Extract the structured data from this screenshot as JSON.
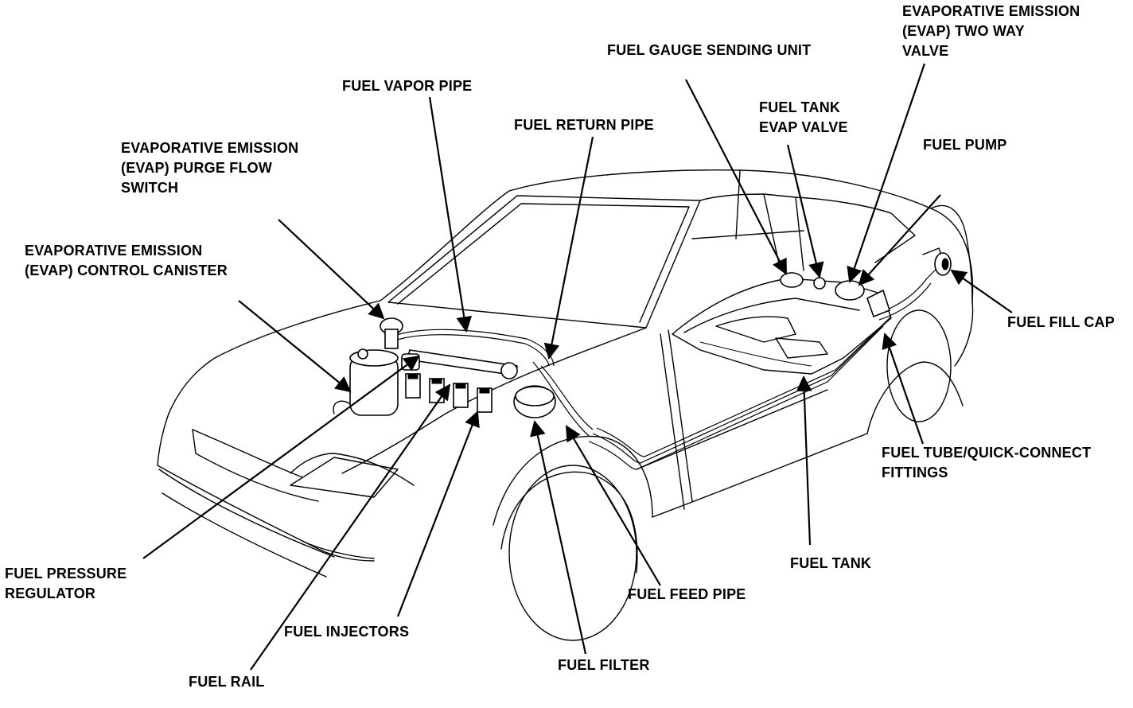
{
  "diagram": {
    "labels": {
      "evap_two_way_valve": [
        "EVAPORATIVE EMISSION",
        "(EVAP) TWO WAY",
        "VALVE"
      ],
      "fuel_gauge_sending_unit": [
        "FUEL GAUGE SENDING UNIT"
      ],
      "fuel_vapor_pipe": [
        "FUEL VAPOR PIPE"
      ],
      "fuel_tank_evap_valve": [
        "FUEL TANK",
        "EVAP VALVE"
      ],
      "fuel_return_pipe": [
        "FUEL RETURN PIPE"
      ],
      "fuel_pump": [
        "FUEL PUMP"
      ],
      "evap_purge_flow_switch": [
        "EVAPORATIVE EMISSION",
        "(EVAP) PURGE FLOW",
        "SWITCH"
      ],
      "evap_control_canister": [
        "EVAPORATIVE EMISSION",
        "(EVAP) CONTROL CANISTER"
      ],
      "fuel_fill_cap": [
        "FUEL FILL CAP"
      ],
      "fuel_tube_quick_connect": [
        "FUEL TUBE/QUICK-CONNECT",
        "FITTINGS"
      ],
      "fuel_tank": [
        "FUEL TANK"
      ],
      "fuel_pressure_regulator": [
        "FUEL PRESSURE",
        "REGULATOR"
      ],
      "fuel_feed_pipe": [
        "FUEL FEED PIPE"
      ],
      "fuel_injectors": [
        "FUEL INJECTORS"
      ],
      "fuel_filter": [
        "FUEL FILTER"
      ],
      "fuel_rail": [
        "FUEL RAIL"
      ]
    }
  }
}
